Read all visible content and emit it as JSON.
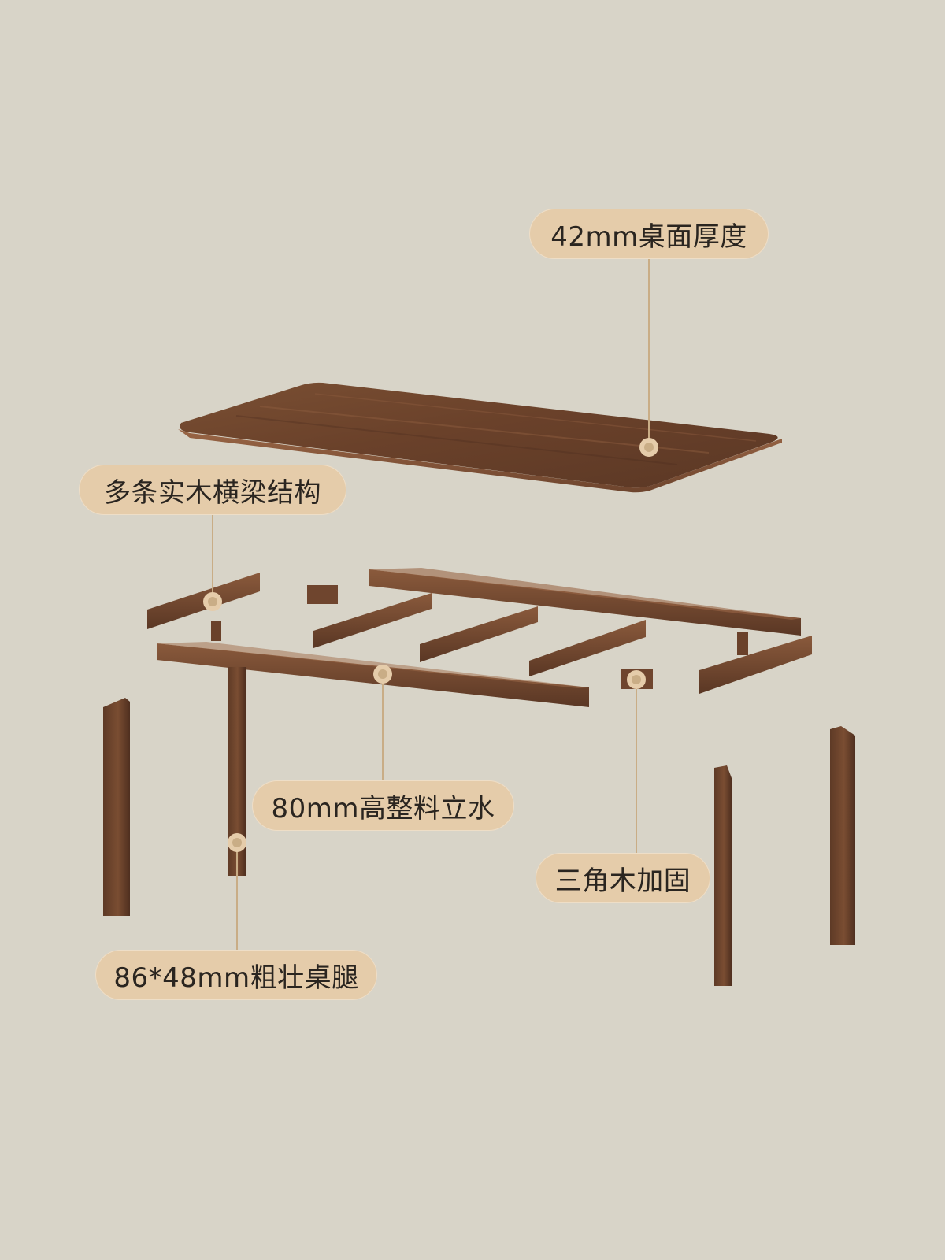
{
  "callouts": {
    "tabletop_thickness": "42mm桌面厚度",
    "beam_structure": "多条实木横梁结构",
    "apron_height": "80mm高整料立水",
    "corner_block": "三角木加固",
    "leg_size": "86*48mm粗壮桌腿"
  },
  "colors": {
    "background": "#d8d4c8",
    "callout_fill": "#e5ccaa",
    "leader_line": "#c9ad86",
    "walnut_light": "#84573a",
    "walnut_dark": "#4f2f1f"
  }
}
